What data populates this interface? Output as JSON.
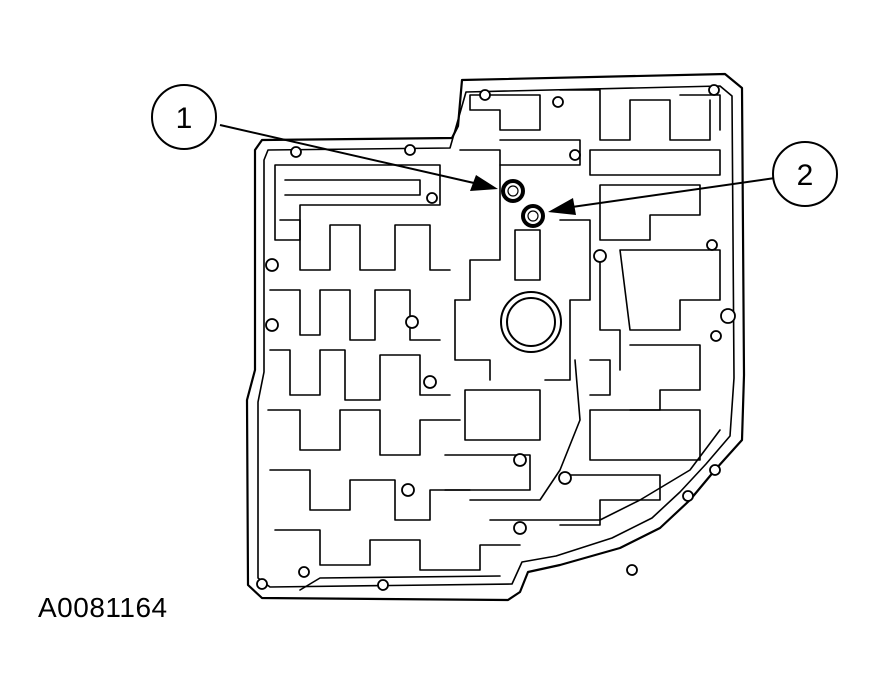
{
  "figure": {
    "id_label": "A0081164"
  },
  "callouts": [
    {
      "number": "1",
      "target": "upper-check-ball-seat"
    },
    {
      "number": "2",
      "target": "lower-check-ball-seat"
    }
  ],
  "icons": {
    "plate": "valve-body-separator-plate"
  }
}
